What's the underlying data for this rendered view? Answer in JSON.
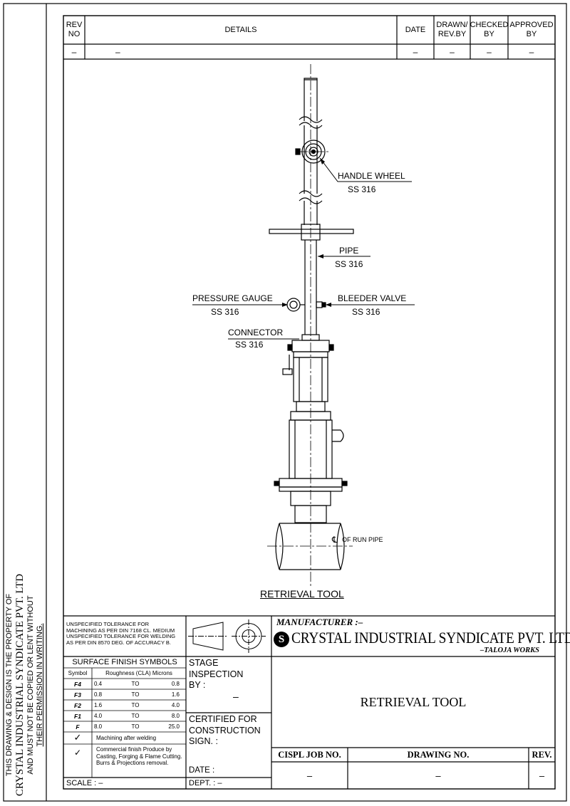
{
  "side_note": {
    "line1": "THIS DRAWING & DESIGN IS THE PROPERTY OF",
    "line2": "CRYSTAL INDUSTRIAL SYNDICATE PVT. LTD",
    "line3": "AND MUST NOT BE COPIED OR LENT WITHOUT",
    "line4": "THEIR PERMISSION IN WRITING."
  },
  "revision_table": {
    "headers": {
      "rev_no": "REV\nNO",
      "details": "DETAILS",
      "date": "DATE",
      "drawn": "DRAWN/\nREV.BY",
      "checked": "CHECKED\nBY",
      "approved": "APPROVED\nBY"
    },
    "row": {
      "rev_no": "–",
      "details": "–",
      "date": "–",
      "drawn": "–",
      "checked": "–",
      "approved": "–"
    }
  },
  "callouts": {
    "handle_wheel": "HANDLE WHEEL",
    "handle_wheel_mat": "SS 316",
    "pipe": "PIPE",
    "pipe_mat": "SS 316",
    "pressure_gauge": "PRESSURE GAUGE",
    "pressure_gauge_mat": "SS 316",
    "bleeder_valve": "BLEEDER VALVE",
    "bleeder_valve_mat": "SS 316",
    "connector": "CONNECTOR",
    "connector_mat": "SS 316",
    "run_pipe": "OF RUN PIPE",
    "centerline_symbol": "℄"
  },
  "drawing_caption": "RETRIEVAL TOOL",
  "tolerance_note": {
    "line1": "UNSPECIFIED TOLERANCE FOR",
    "line2": "MACHINING AS PER DIN 7168 CL. MEDIUM",
    "line3": "UNSPECIFIED TOLERANCE FOR WELDING",
    "line4": "AS PER DIN 8570 DEG. OF ACCURACY B."
  },
  "surface_finish": {
    "title": "SURFACE FINISH SYMBOLS",
    "col_symbol": "Symbol",
    "col_roughness": "Roughness (CLA) Microns",
    "rows": [
      {
        "sym": "F4",
        "from": "0.4",
        "to": "TO",
        "max": "0.8"
      },
      {
        "sym": "F3",
        "from": "0.8",
        "to": "TO",
        "max": "1.6"
      },
      {
        "sym": "F2",
        "from": "1.6",
        "to": "TO",
        "max": "4.0"
      },
      {
        "sym": "F1",
        "from": "4.0",
        "to": "TO",
        "max": "8.0"
      },
      {
        "sym": "F",
        "from": "8.0",
        "to": "TO",
        "max": "25.0"
      }
    ],
    "machining_after_welding": "Machining after welding",
    "commercial_finish": "Commercial finish Produce by Casting, Forging & Flame Cutting. Burrs & Projections removal.",
    "tick": "✓"
  },
  "stage": {
    "inspection": "STAGE\nINSPECTION\nBY :",
    "inspection_value": "–",
    "certified": "CERTIFIED FOR\nCONSTRUCTION\nSIGN. :",
    "date": "DATE :"
  },
  "manufacturer": {
    "label": "MANUFACTURER :–",
    "company": "CRYSTAL INDUSTRIAL SYNDICATE PVT. LTD",
    "works": "–TALOJA WORKS",
    "logo_letter": "S"
  },
  "title_block": {
    "drawing_title": "RETRIEVAL TOOL",
    "job_label": "CISPL JOB NO.",
    "drawing_no_label": "DRAWING NO.",
    "rev_label": "REV.",
    "job_value": "–",
    "drawing_no_value": "–",
    "rev_value": "–",
    "scale": "SCALE : –",
    "dept": "DEPT. : –"
  }
}
